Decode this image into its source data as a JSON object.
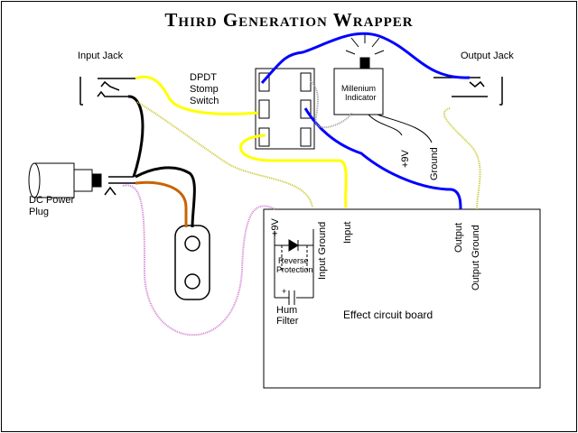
{
  "title": "Third Generation Wrapper",
  "labels": {
    "input_jack": "Input Jack",
    "output_jack": "Output Jack",
    "switch_line1": "DPDT",
    "switch_line2": "Stomp",
    "switch_line3": "Switch",
    "indicator_line1": "Millenium",
    "indicator_line2": "Indicator",
    "dc_line1": "DC Power",
    "dc_line2": "Plug",
    "nine_volt_indicator": "+9V",
    "ground_indicator": "Ground",
    "board_nine_volt": "+9V",
    "board_input_ground": "Input Ground",
    "board_input": "Input",
    "board_output": "Output",
    "board_output_ground": "Output Ground",
    "reverse_line1": "Reverse",
    "reverse_line2": "Protection",
    "hum_line1": "Hum",
    "hum_line2": "Filter",
    "cap_plus": "+",
    "board_name": "Effect circuit board"
  },
  "wire_colors": {
    "yellow": "#ffff00",
    "black": "#000000",
    "blue": "#0000ff",
    "olive": "#c8c832",
    "orange": "#c86400",
    "pink": "#d27dd2",
    "gray": "#a0a0a0"
  }
}
